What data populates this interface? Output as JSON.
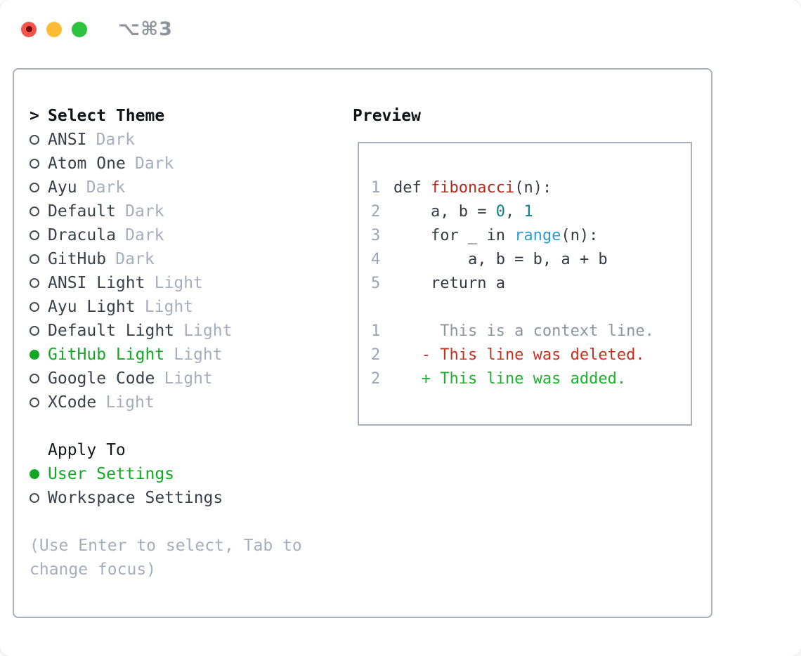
{
  "window": {
    "title": "⌥⌘3",
    "traffic_lights": [
      {
        "name": "close",
        "color": "#f4544c"
      },
      {
        "name": "minimize",
        "color": "#fbbc34"
      },
      {
        "name": "zoom",
        "color": "#2cc33e"
      }
    ]
  },
  "theme_selector": {
    "header_prefix": ">",
    "header": "Select Theme",
    "themes": [
      {
        "name": "ANSI",
        "tag": "Dark",
        "selected": false
      },
      {
        "name": "Atom One",
        "tag": "Dark",
        "selected": false
      },
      {
        "name": "Ayu",
        "tag": "Dark",
        "selected": false
      },
      {
        "name": "Default",
        "tag": "Dark",
        "selected": false
      },
      {
        "name": "Dracula",
        "tag": "Dark",
        "selected": false
      },
      {
        "name": "GitHub",
        "tag": "Dark",
        "selected": false
      },
      {
        "name": "ANSI Light",
        "tag": "Light",
        "selected": false
      },
      {
        "name": "Ayu Light",
        "tag": "Light",
        "selected": false
      },
      {
        "name": "Default Light",
        "tag": "Light",
        "selected": false
      },
      {
        "name": "GitHub Light",
        "tag": "Light",
        "selected": true
      },
      {
        "name": "Google Code",
        "tag": "Light",
        "selected": false
      },
      {
        "name": "XCode",
        "tag": "Light",
        "selected": false
      }
    ],
    "apply_to": {
      "header": "Apply To",
      "options": [
        {
          "name": "User Settings",
          "selected": true
        },
        {
          "name": "Workspace Settings",
          "selected": false
        }
      ]
    },
    "hint_lines": [
      "(Use Enter to select, Tab to",
      "change focus)"
    ]
  },
  "preview": {
    "title": "Preview",
    "code_lines": [
      {
        "num": "1",
        "tokens": [
          {
            "text": "def ",
            "color": "code"
          },
          {
            "text": "fibonacci",
            "color": "func"
          },
          {
            "text": "(n):",
            "color": "code"
          }
        ]
      },
      {
        "num": "2",
        "tokens": [
          {
            "text": "    a, b = ",
            "color": "code"
          },
          {
            "text": "0",
            "color": "number"
          },
          {
            "text": ", ",
            "color": "code"
          },
          {
            "text": "1",
            "color": "number"
          }
        ]
      },
      {
        "num": "3",
        "tokens": [
          {
            "text": "    for _ in ",
            "color": "code"
          },
          {
            "text": "range",
            "color": "builtin"
          },
          {
            "text": "(n):",
            "color": "code"
          }
        ]
      },
      {
        "num": "4",
        "tokens": [
          {
            "text": "        a, b = b, a + b",
            "color": "code"
          }
        ]
      },
      {
        "num": "5",
        "tokens": [
          {
            "text": "    return a",
            "color": "code"
          }
        ]
      }
    ],
    "diff_lines": [
      {
        "num": "1",
        "text": "     This is a context line.",
        "type": "context"
      },
      {
        "num": "2",
        "text": "   - This line was deleted.",
        "type": "deleted"
      },
      {
        "num": "2",
        "text": "   + This line was added.",
        "type": "added"
      }
    ]
  },
  "colors": {
    "selection_green": "#13a824",
    "added_green": "#1cb12a",
    "deleted_red": "#c5301f",
    "function_red": "#b12a1e",
    "builtin_blue": "#2b99d4",
    "number_teal": "#0d7f8a",
    "text_dark": "#3a4149",
    "muted_gray": "#a5aebb",
    "line_number_gray": "#9aa5b2",
    "border_gray": "#a9b0ba"
  }
}
